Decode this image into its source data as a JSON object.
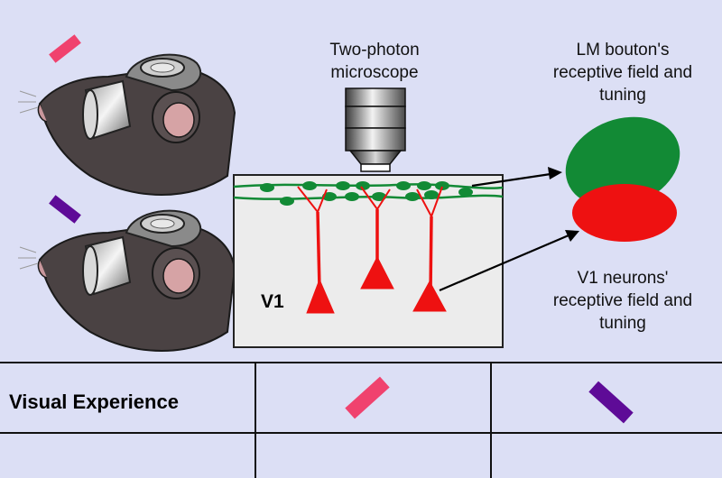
{
  "labels": {
    "microscope": "Two-photon\nmicroscope",
    "lm_bouton": "LM bouton's\nreceptive field and\ntuning",
    "v1_neurons": "V1  neurons'\nreceptive field and\ntuning",
    "v1": "V1"
  },
  "table": {
    "row_label": "Visual Experience"
  },
  "colors": {
    "background": "#dcdff5",
    "stimulus_pink": "#f0426e",
    "stimulus_purple": "#5e0b97",
    "bouton_green": "#128a35",
    "neuron_red": "#ee1111"
  },
  "icons": [
    "mouse-head-icon",
    "microscope-objective-icon",
    "stimulus-bar-icon"
  ]
}
